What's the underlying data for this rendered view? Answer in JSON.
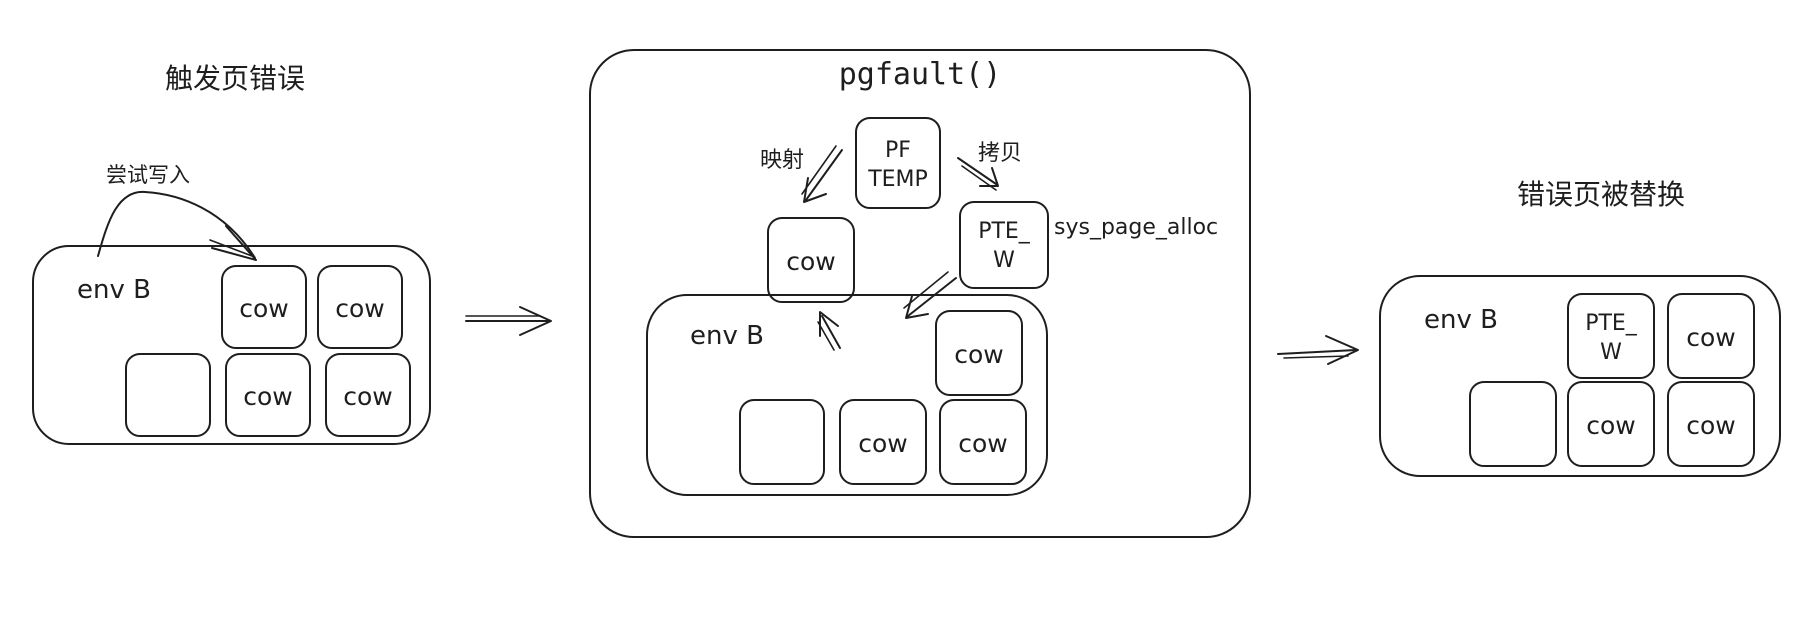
{
  "panel1": {
    "title": "触发页错误",
    "action": "尝试写入",
    "env_label": "env B",
    "cells": [
      "cow",
      "cow",
      "",
      "cow",
      "cow"
    ]
  },
  "panel2": {
    "title": "pgfault()",
    "pf_temp": [
      "PF",
      "TEMP"
    ],
    "map_label": "映射",
    "copy_label": "拷贝",
    "pte_w": [
      "PTE_",
      "W"
    ],
    "alloc_label": "sys_page_alloc",
    "cow_floating": "cow",
    "env_label": "env B",
    "cells": [
      "cow",
      "",
      "cow",
      "cow"
    ]
  },
  "panel3": {
    "title": "错误页被替换",
    "env_label": "env B",
    "pte_w": [
      "PTE_",
      "W"
    ],
    "cells": [
      "cow",
      "",
      "cow",
      "cow"
    ]
  }
}
